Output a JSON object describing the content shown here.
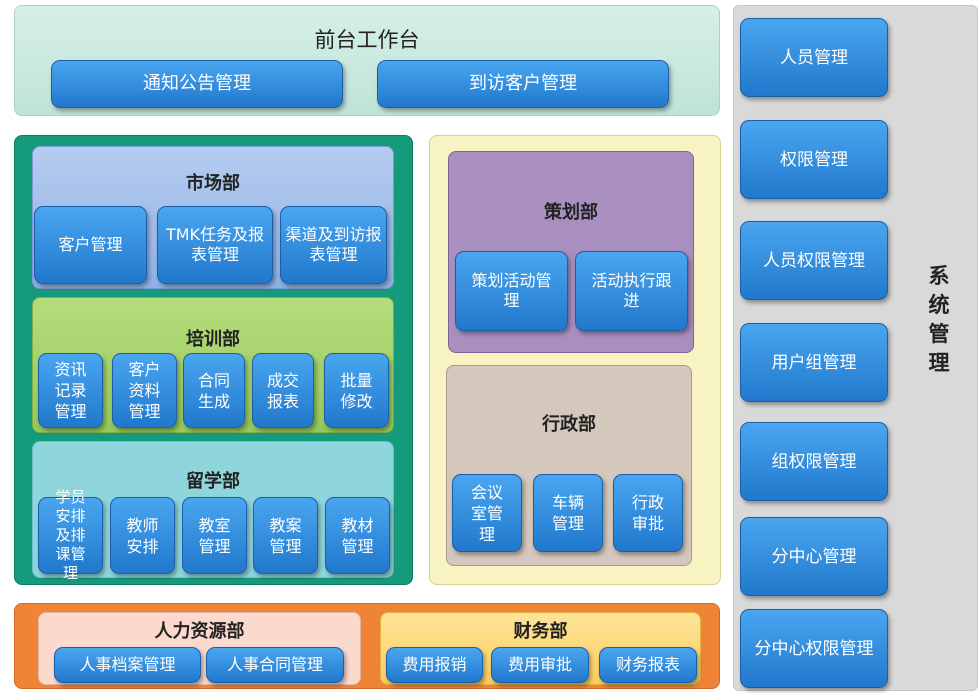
{
  "frontdesk": {
    "title": "前台工作台",
    "buttons": [
      "通知公告管理",
      "到访客户管理"
    ]
  },
  "market": {
    "title": "市场部",
    "buttons": [
      "客户管理",
      "TMK任务及报表管理",
      "渠道及到访报表管理"
    ]
  },
  "training": {
    "title": "培训部",
    "buttons": [
      "资讯记录管理",
      "客户资料管理",
      "合同生成",
      "成交报表",
      "批量修改"
    ]
  },
  "abroad": {
    "title": "留学部",
    "buttons": [
      "学员安排及排课管理",
      "教师安排",
      "教室管理",
      "教案管理",
      "教材管理"
    ]
  },
  "planning": {
    "title": "策划部",
    "buttons": [
      "策划活动管理",
      "活动执行跟进"
    ]
  },
  "admin": {
    "title": "行政部",
    "buttons": [
      "会议室管理",
      "车辆管理",
      "行政审批"
    ]
  },
  "hr": {
    "title": "人力资源部",
    "buttons": [
      "人事档案管理",
      "人事合同管理"
    ]
  },
  "finance": {
    "title": "财务部",
    "buttons": [
      "费用报销",
      "费用审批",
      "财务报表"
    ]
  },
  "system": {
    "label_chars": [
      "系",
      "统",
      "管",
      "理"
    ],
    "buttons": [
      "人员管理",
      "权限管理",
      "人员权限管理",
      "用户组管理",
      "组权限管理",
      "分中心管理",
      "分中心权限管理"
    ]
  }
}
